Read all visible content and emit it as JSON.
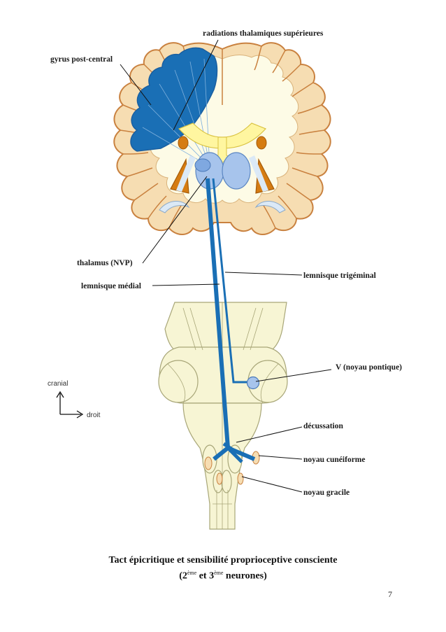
{
  "labels": {
    "radiations": "radiations thalamiques supérieures",
    "gyrus": "gyrus post-central",
    "thalamus": "thalamus (NVP)",
    "lemnisque_trigeminal": "lemnisque trigéminal",
    "lemnisque_medial": "lemnisque médial",
    "noyau_pontique": "V (noyau pontique)",
    "decussation": "décussation",
    "noyau_cuneiforme": "noyau cunéiforme",
    "noyau_gracile": "noyau gracile"
  },
  "orientation": {
    "cranial": "cranial",
    "droit": "droit"
  },
  "caption": {
    "line1": "Tact épicritique et sensibilité proprioceptive consciente",
    "open": "(2",
    "sup1": "ème",
    "middle": " et 3",
    "sup2": "ème",
    "close": " neurones)"
  },
  "page_number": "7",
  "colors": {
    "pathway": "#1a6fb5",
    "cortex_fill": "#f6ddb2",
    "cortex_outline": "#c9813f",
    "white_matter": "#fdfbe6",
    "highlight_gyrus": "#1a6fb5",
    "thalamus": "#a7c4ec",
    "putamen": "#d57c12",
    "ventricle": "#fff6a0",
    "brainstem": "#f7f5d4"
  }
}
